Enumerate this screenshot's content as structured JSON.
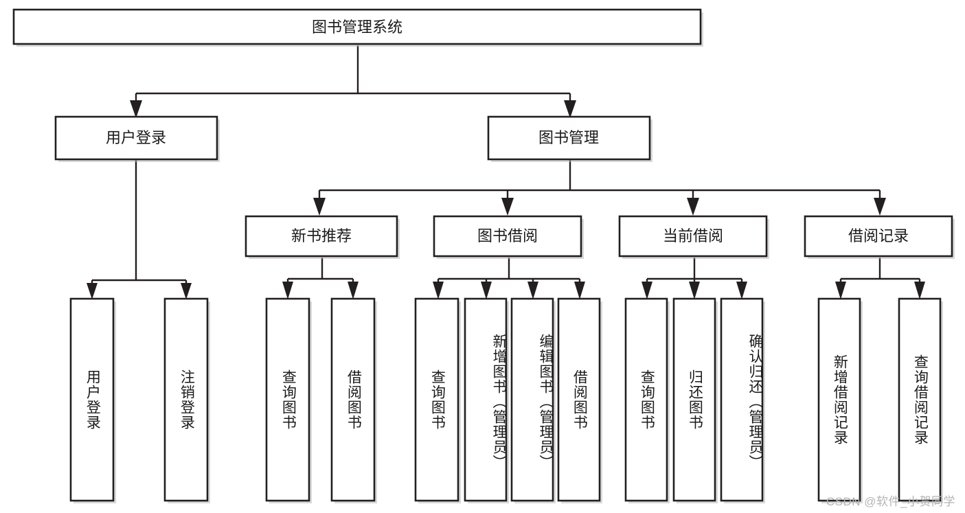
{
  "diagram": {
    "type": "tree-hierarchy",
    "title": "图书管理系统",
    "watermark": "CSDN @软件_小贺同学",
    "colors": {
      "stroke": "#231f20",
      "fill": "#ffffff",
      "shadow": "#b9b9b9",
      "text": "#1a1a1a",
      "watermark": "#b4b4b4"
    },
    "levels": {
      "root": {
        "label": "图书管理系统"
      },
      "level2": [
        {
          "label": "用户登录"
        },
        {
          "label": "图书管理"
        }
      ],
      "level3": [
        {
          "label": "新书推荐"
        },
        {
          "label": "图书借阅"
        },
        {
          "label": "当前借阅"
        },
        {
          "label": "借阅记录"
        }
      ],
      "leaves": {
        "user_login": [
          {
            "label": "用户登录"
          },
          {
            "label": "注销登录"
          }
        ],
        "new_book": [
          {
            "label": "查询图书"
          },
          {
            "label": "借阅图书"
          }
        ],
        "book_borrow": [
          {
            "label": "查询图书"
          },
          {
            "label": "新增图书（管理员）"
          },
          {
            "label": "编辑图书（管理员）"
          },
          {
            "label": "借阅图书"
          }
        ],
        "current_borrow": [
          {
            "label": "查询图书"
          },
          {
            "label": "归还图书"
          },
          {
            "label": "确认归还（管理员）"
          }
        ],
        "borrow_record": [
          {
            "label": "新增借阅记录"
          },
          {
            "label": "查询借阅记录"
          }
        ]
      }
    }
  }
}
